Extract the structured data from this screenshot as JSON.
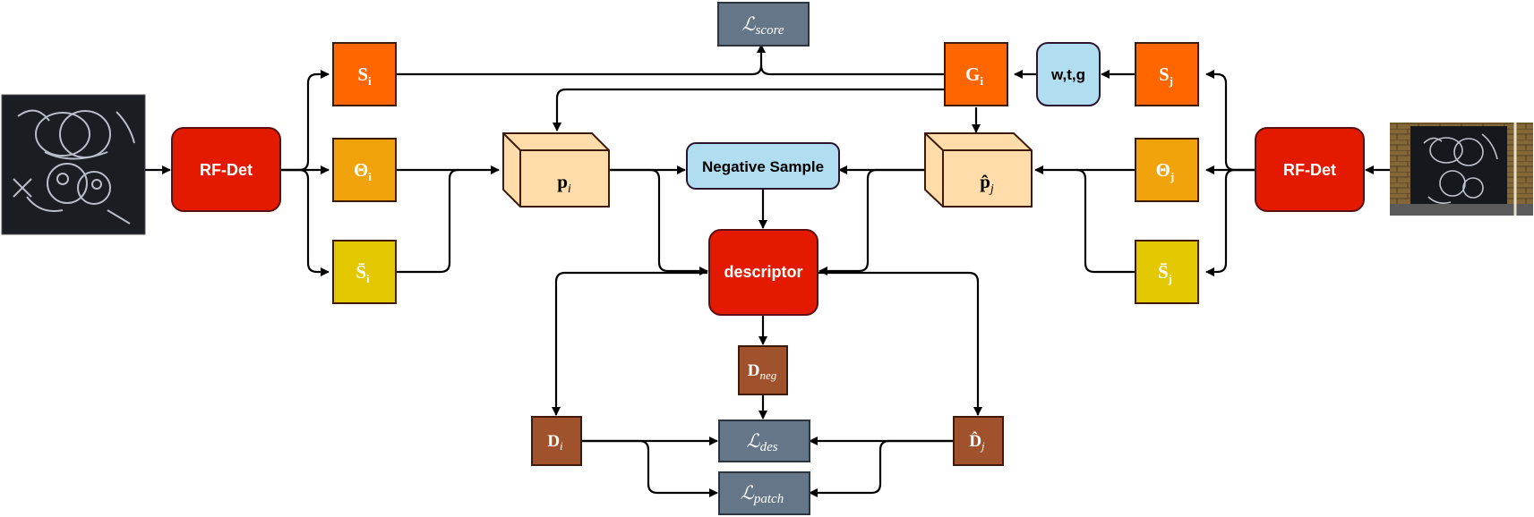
{
  "images": {
    "left": "graffiti-owl-photo",
    "right": "graffiti-wall-photo"
  },
  "nodes": {
    "rfdet_left": {
      "label": "RF-Det",
      "color": "#e31a00"
    },
    "rfdet_right": {
      "label": "RF-Det",
      "color": "#e31a00"
    },
    "s_i": {
      "base": "S",
      "sub": "i",
      "color": "#ff6600"
    },
    "theta_i": {
      "base": "Θ",
      "sub": "i",
      "color": "#f0a30a"
    },
    "sbar_i": {
      "base": "S̄",
      "sub": "i",
      "color": "#e3c800"
    },
    "s_j": {
      "base": "S",
      "sub": "j",
      "color": "#ff6600"
    },
    "theta_j": {
      "base": "Θ",
      "sub": "j",
      "color": "#f0a30a"
    },
    "sbar_j": {
      "base": "S̄",
      "sub": "j",
      "color": "#e3c800"
    },
    "g_i": {
      "base": "G",
      "sub": "i",
      "color": "#ff6600"
    },
    "wtg": {
      "label": "w,t,g",
      "color": "#b1ddf0"
    },
    "l_score": {
      "base": "ℒ",
      "sub": "score",
      "color": "#647687"
    },
    "p_i": {
      "base": "p",
      "sub": "i",
      "color": "#ffdcaa"
    },
    "phat_j": {
      "base": "p̂",
      "sub": "j",
      "color": "#ffdcaa"
    },
    "neg_sample": {
      "label": "Negative Sample",
      "color": "#b1ddf0"
    },
    "descriptor": {
      "label": "descriptor",
      "color": "#e31a00"
    },
    "d_neg": {
      "base": "D",
      "sub": "neg",
      "color": "#a0522d"
    },
    "d_i": {
      "base": "D",
      "sub": "i",
      "color": "#a0522d"
    },
    "dhat_j": {
      "base": "D̂",
      "sub": "j",
      "color": "#a0522d"
    },
    "l_des": {
      "base": "ℒ",
      "sub": "des",
      "color": "#647687"
    },
    "l_patch": {
      "base": "ℒ",
      "sub": "patch",
      "color": "#647687"
    }
  }
}
